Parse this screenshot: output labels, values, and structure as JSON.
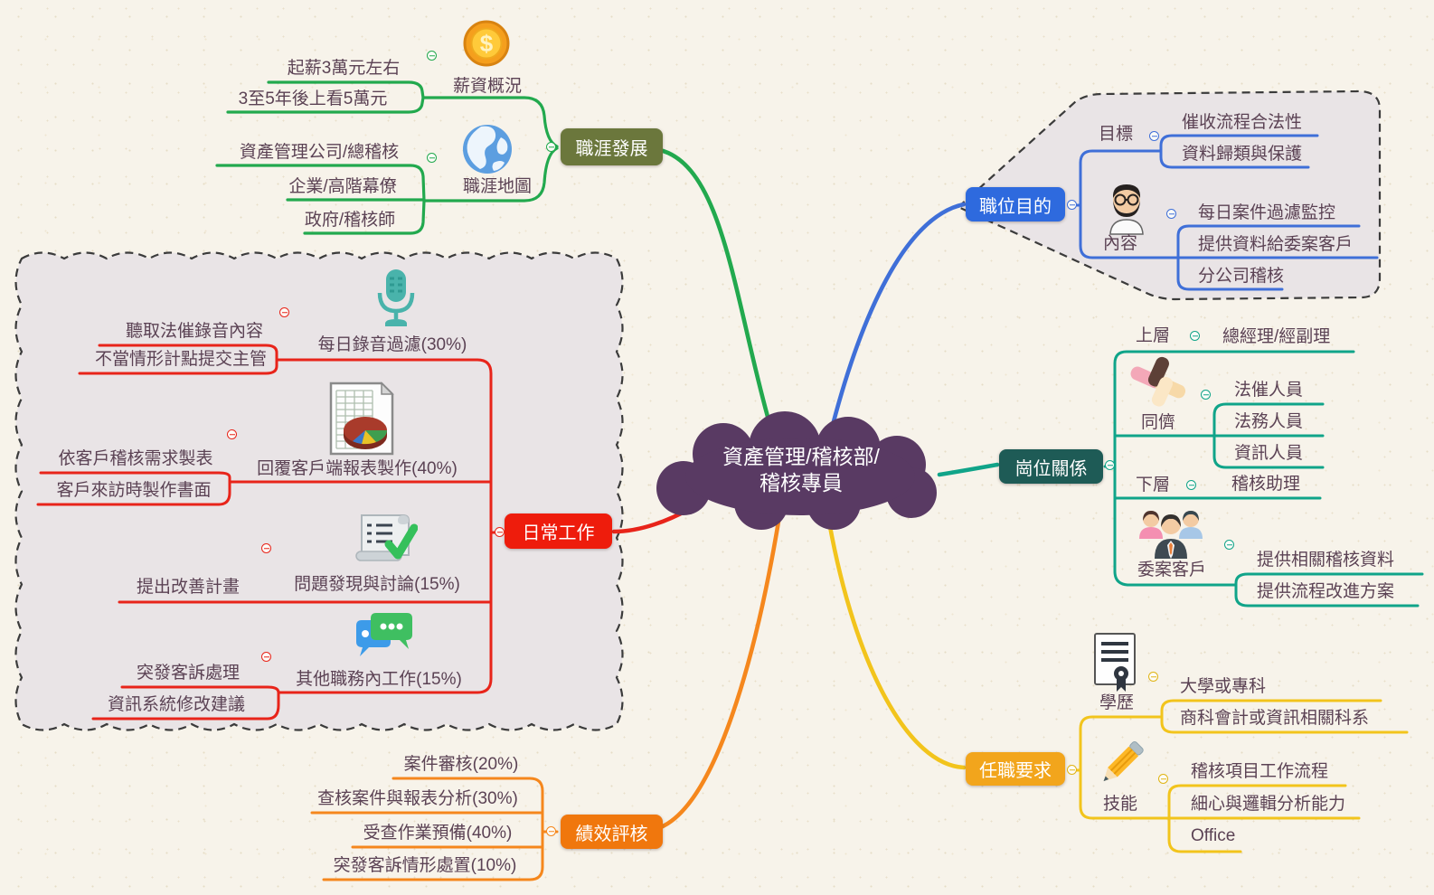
{
  "center": {
    "line1": "資產管理/稽核部/",
    "line2": "稽核專員"
  },
  "branches": {
    "career": {
      "label": "職涯發展",
      "salary": {
        "label": "薪資概況",
        "items": [
          "起薪3萬元左右",
          "3至5年後上看5萬元"
        ]
      },
      "map": {
        "label": "職涯地圖",
        "items": [
          "資產管理公司/總稽核",
          "企業/高階幕僚",
          "政府/稽核師"
        ]
      }
    },
    "purpose": {
      "label": "職位目的",
      "goal": {
        "label": "目標",
        "items": [
          "催收流程合法性",
          "資料歸類與保護"
        ]
      },
      "content": {
        "label": "內容",
        "items": [
          "每日案件過濾監控",
          "提供資料給委案客戶",
          "分公司稽核"
        ]
      }
    },
    "daily": {
      "label": "日常工作",
      "tasks": [
        {
          "label": "每日錄音過濾(30%)",
          "items": [
            "聽取法催錄音內容",
            "不當情形計點提交主管"
          ]
        },
        {
          "label": "回覆客戶端報表製作(40%)",
          "items": [
            "依客戶稽核需求製表",
            "客戶來訪時製作書面"
          ]
        },
        {
          "label": "問題發現與討論(15%)",
          "items": [
            "提出改善計畫"
          ]
        },
        {
          "label": "其他職務內工作(15%)",
          "items": [
            "突發客訴處理",
            "資訊系統修改建議"
          ]
        }
      ]
    },
    "relations": {
      "label": "崗位關係",
      "rows": [
        {
          "label": "上層",
          "items": [
            "總經理/經副理"
          ]
        },
        {
          "label": "同儕",
          "items": [
            "法催人員",
            "法務人員",
            "資訊人員"
          ]
        },
        {
          "label": "下層",
          "items": [
            "稽核助理"
          ]
        },
        {
          "label": "委案客戶",
          "items": [
            "提供相關稽核資料",
            "提供流程改進方案"
          ]
        }
      ]
    },
    "performance": {
      "label": "績效評核",
      "items": [
        "案件審核(20%)",
        "查核案件與報表分析(30%)",
        "受查作業預備(40%)",
        "突發客訴情形處置(10%)"
      ]
    },
    "requirements": {
      "label": "任職要求",
      "education": {
        "label": "學歷",
        "items": [
          "大學或專科",
          "商科會計或資訊相關科系"
        ]
      },
      "skills": {
        "label": "技能",
        "items": [
          "稽核項目工作流程",
          "細心與邏輯分析能力",
          "Office"
        ]
      }
    }
  },
  "icons": {
    "salary": "coin-icon",
    "career_map": "globe-icon",
    "purpose_content": "person-avatar-icon",
    "peers": "joined-hands-icon",
    "clients": "business-people-icon",
    "education": "certificate-icon",
    "skills": "pencil-icon",
    "daily_recording": "microphone-icon",
    "daily_report": "spreadsheet-chart-icon",
    "daily_discussion": "checklist-scroll-icon",
    "daily_other": "chat-bubbles-icon"
  },
  "palette": {
    "background": "#f7f3ea",
    "region_fill": "#e9e4e6",
    "center_fill": "#593a63",
    "leaf_text": "#5b4254",
    "career_node": "#6b773c",
    "career_line": "#22a94e",
    "purpose_node": "#2e6ade",
    "purpose_line": "#3f6fd8",
    "daily_node": "#ee1c0c",
    "daily_line": "#e8241a",
    "relations_node": "#1e5b56",
    "relations_line": "#10a489",
    "performance_node": "#f0770d",
    "performance_line": "#f5871d",
    "requirements_node": "#f2a51c",
    "requirements_line": "#f2c41c"
  }
}
